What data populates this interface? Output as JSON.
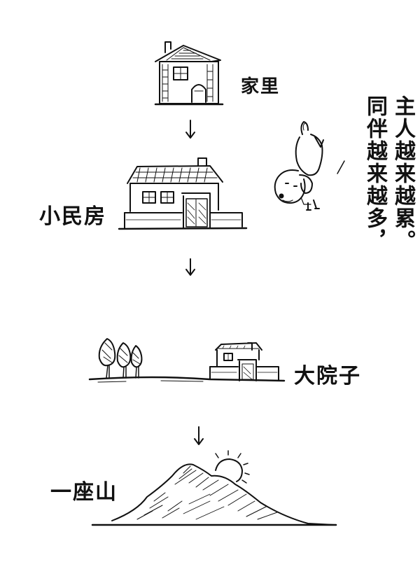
{
  "stages": [
    {
      "label": "家里"
    },
    {
      "label": "小民房"
    },
    {
      "label": "大院子"
    },
    {
      "label": "一座山"
    }
  ],
  "caption": {
    "col1": "主人越来越累。",
    "col2": "同伴越来越多，"
  },
  "icons": [
    "house-drawing",
    "village-house-drawing",
    "courtyard-drawing",
    "mountain-drawing",
    "dog-drawing",
    "sun-drawing",
    "down-arrow"
  ]
}
